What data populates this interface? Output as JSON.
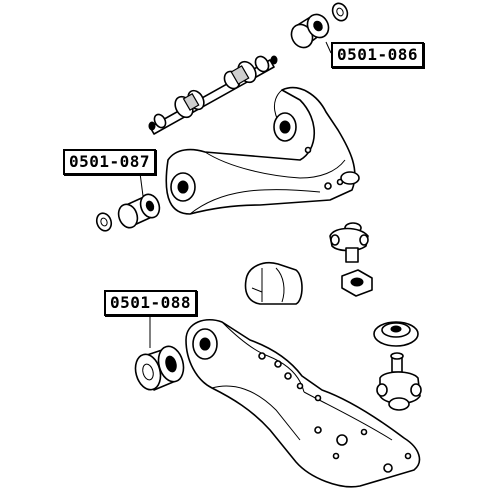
{
  "diagram": {
    "part_labels": [
      {
        "id": "upper-arm-rear-bushing",
        "text": "0501-086"
      },
      {
        "id": "upper-arm-front-bushing",
        "text": "0501-087"
      },
      {
        "id": "lower-arm-bushing",
        "text": "0501-088"
      }
    ]
  }
}
